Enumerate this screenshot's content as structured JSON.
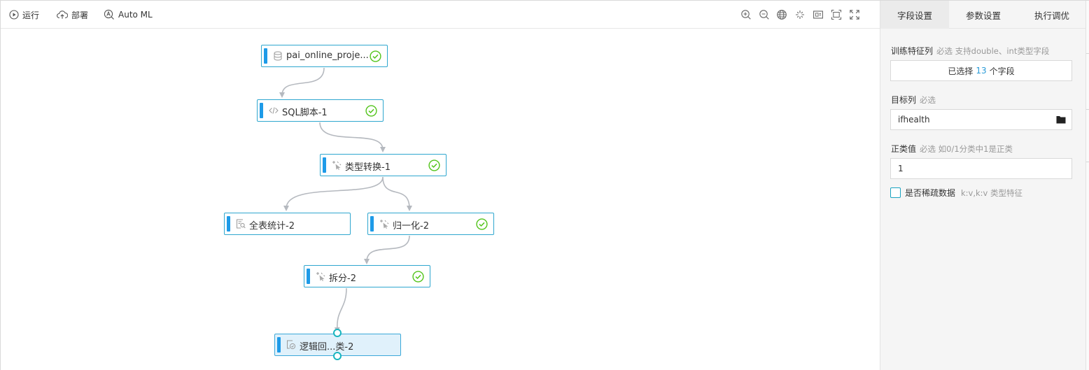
{
  "toolbar": {
    "run_label": "运行",
    "deploy_label": "部署",
    "automl_label": "Auto ML",
    "icons": [
      "zoom-in-icon",
      "zoom-out-icon",
      "globe-icon",
      "auto-layout-icon",
      "minimap-icon",
      "fit-view-icon",
      "fullscreen-icon"
    ]
  },
  "nodes": [
    {
      "label": "pai_online_proje...",
      "icon": "database-icon",
      "status": "success"
    },
    {
      "label": "SQL脚本-1",
      "icon": "code-icon",
      "status": "success"
    },
    {
      "label": "类型转换-1",
      "icon": "component-icon",
      "status": "success"
    },
    {
      "label": "全表统计-2",
      "icon": "table-stats-icon",
      "status": "none"
    },
    {
      "label": "归一化-2",
      "icon": "component-icon",
      "status": "success"
    },
    {
      "label": "拆分-2",
      "icon": "component-icon",
      "status": "success"
    },
    {
      "label": "逻辑回...类-2",
      "icon": "model-icon",
      "status": "selected"
    }
  ],
  "panel": {
    "tabs": [
      "字段设置",
      "参数设置",
      "执行调优"
    ],
    "active_tab": 0,
    "feature": {
      "label": "训练特征列",
      "hint": "必选 支持double、int类型字段",
      "button_prefix": "已选择",
      "count": "13",
      "button_suffix": "个字段"
    },
    "target": {
      "label": "目标列",
      "hint": "必选",
      "value": "ifhealth"
    },
    "positive": {
      "label": "正类值",
      "hint": "必选 如0/1分类中1是正类",
      "value": "1"
    },
    "sparse": {
      "label": "是否稀疏数据",
      "hint": "k:v,k:v 类型特征",
      "checked": false
    }
  },
  "colors": {
    "node_border": "#2fa7cf",
    "node_bar": "#1e9be8",
    "success": "#52c41a",
    "edge": "#b5b9bf",
    "port": "#19b5bf",
    "accent": "#2a9bd8"
  }
}
